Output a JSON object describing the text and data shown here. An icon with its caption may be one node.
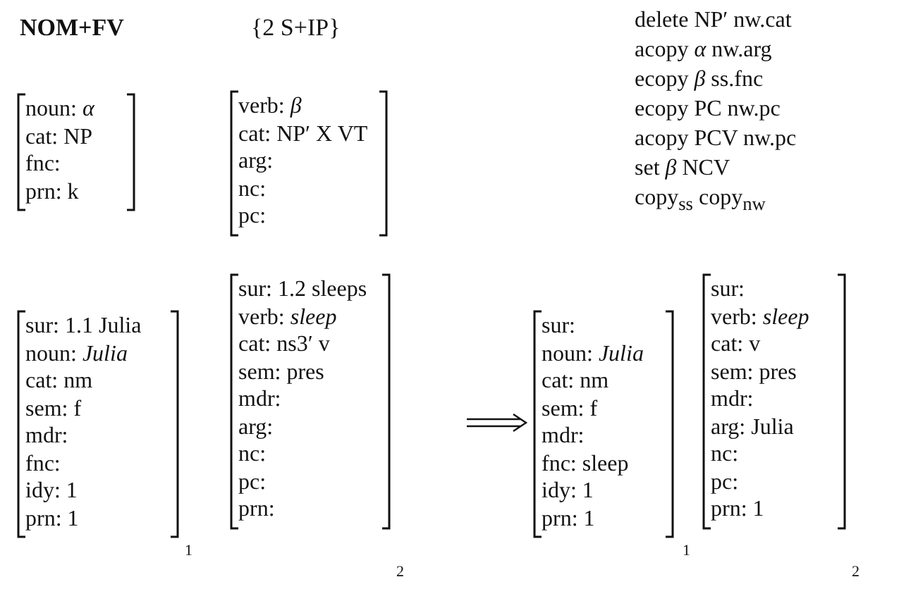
{
  "diagram": {
    "title": "NOM+FV",
    "nodes": [
      {
        "text": [
          "noun: *α*",
          "cat: NP",
          "fnc:",
          "prn: k"
        ]
      },
      {
        "text": [
          "verb: *β*",
          "cat: NP′ X VT",
          "arg:",
          "nc:",
          "pc:"
        ]
      },
      {
        "text": [
          "sur: 1.1 Julia",
          "noun: *Julia*",
          "cat: nm",
          "sem: f",
          "mdr:",
          "fnc:",
          "idy: 1",
          "prn: 1"
        ],
        "beside": [
          "1"
        ]
      },
      {
        "text": [
          "sur: 1.2 sleeps",
          "verb: *sleep*",
          "cat: ns3′ v",
          "sem: pres",
          "mdr:",
          "arg:",
          "nc:",
          "pc:",
          "prn:"
        ],
        "beside": [
          "2"
        ]
      },
      {
        "text": [
          "sur:",
          "noun: *Julia*",
          "cat: nm",
          "sem: f",
          "mdr:",
          "fnc: sleep",
          "idy: 1",
          "prn: 1"
        ],
        "beside": [
          "1"
        ]
      },
      {
        "text": [
          "sur:",
          "verb: *sleep*",
          "cat: v",
          "sem: pres",
          "mdr:",
          "arg: Julia",
          "nc:",
          "pc:",
          "prn: 1"
        ],
        "beside": [
          "2"
        ]
      }
    ],
    "edges": [],
    "labels": [
      "{2 S+IP}",
      "delete NP′ nw.cat",
      "acopy *α* nw.arg",
      "ecopy *β* ss.fnc",
      "ecopy PC nw.pc",
      "acopy PCV nw.pc",
      "set *β* NCV",
      "copy$_{ss}$ copy$_{nw}$"
    ]
  }
}
